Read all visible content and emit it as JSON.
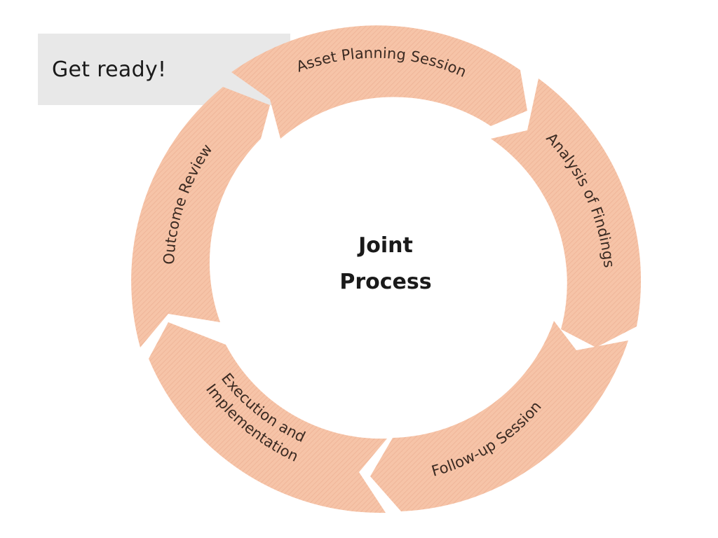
{
  "banner": {
    "label": "Get ready!"
  },
  "center": {
    "line1": "Joint",
    "line2": "Process"
  },
  "stages": [
    {
      "label": "Asset Planning Session"
    },
    {
      "label": "Analysis of Findings"
    },
    {
      "label": "Follow-up Session"
    },
    {
      "label_line1": "Execution and",
      "label_line2": "Implementation"
    },
    {
      "label": "Outcome Review"
    }
  ],
  "colors": {
    "segment_fill": "#f6c4a8",
    "segment_stripe": "#e9a887",
    "banner_bg": "#e8e8e8",
    "text": "#1a1a1a"
  }
}
